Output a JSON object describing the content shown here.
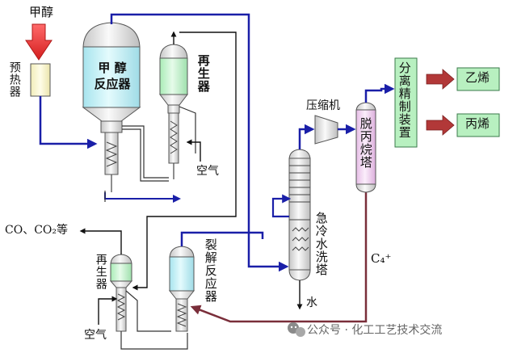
{
  "labels": {
    "methanol": "甲醇",
    "preheater": "预热器",
    "methanol_reactor": "甲 醇\n反应器",
    "regenerator_top": "再生器",
    "air_top": "空气",
    "compressor": "压缩机",
    "depropanizer": "脱丙烷塔",
    "separation_unit": "分离精制装置",
    "ethylene": "乙烯",
    "propylene": "丙烯",
    "co_co2": "CO、CO₂等",
    "regenerator_bottom": "再生器",
    "air_bottom": "空气",
    "cracking_reactor": "裂解反应器",
    "quench_tower": "急冷水洗塔",
    "water": "水",
    "c4_plus": "C₄⁺"
  },
  "watermark": "公众号 · 化工工艺技术交流",
  "colors": {
    "flow_blue": "#1a1fa8",
    "recycle_brown": "#7a2e3a",
    "feed_red": "#e23030",
    "product_red": "#b23838",
    "separation_green": "#b8f0c0",
    "depropanizer_pink": "#f3d9f3",
    "reactor_cyan": "#c9f1f7"
  },
  "icons": [
    "wechat-icon"
  ]
}
